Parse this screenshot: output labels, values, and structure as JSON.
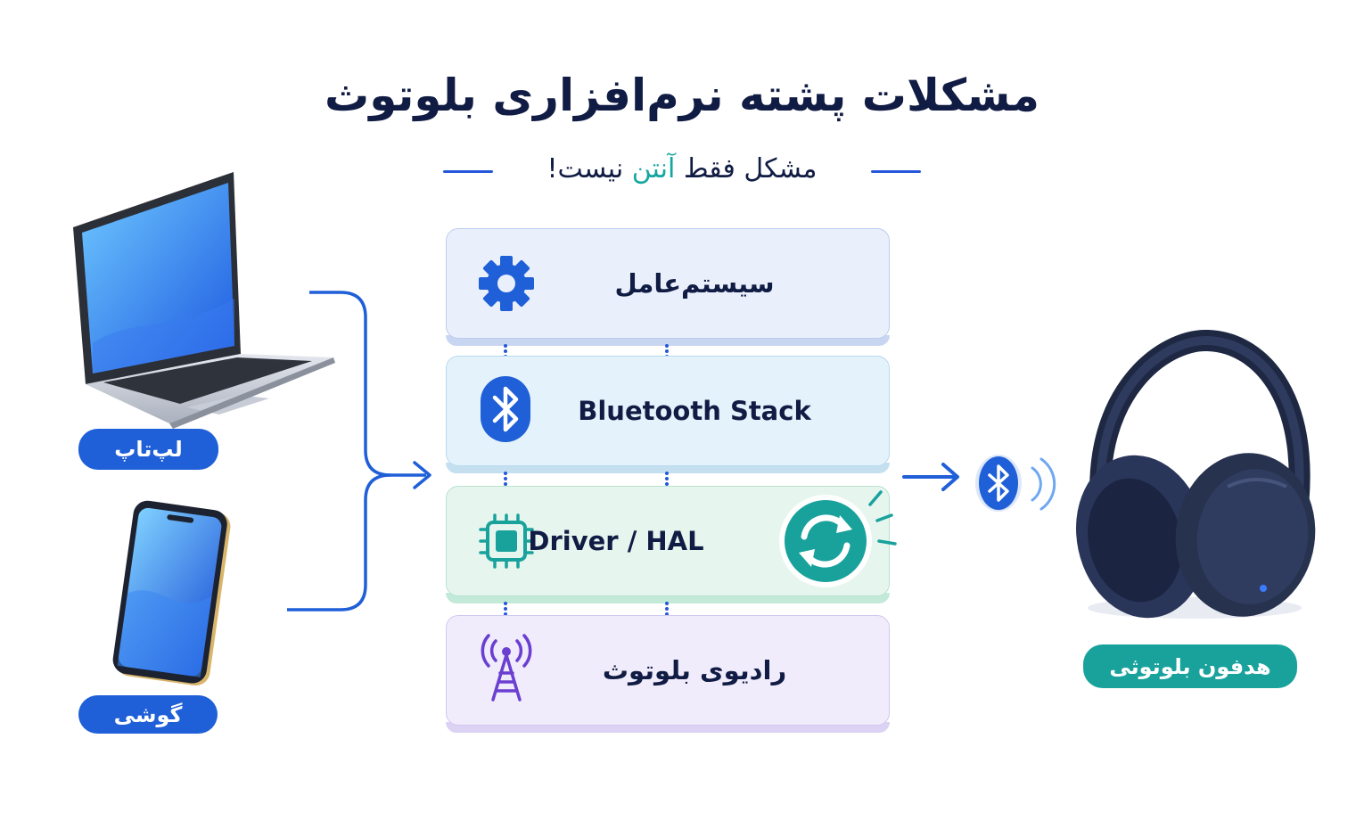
{
  "title": "مشکلات پشته نرم‌افزاری بلوتوث",
  "subtitle": {
    "prefix": "مشکل فقط ",
    "highlight": "آنتن",
    "suffix": " نیست!"
  },
  "devices": {
    "laptop_label": "لپ‌تاپ",
    "phone_label": "گوشی",
    "headphones_label": "هدفون بلوتوثی"
  },
  "layers": [
    {
      "label": "سیستم‌عامل",
      "icon": "gear-icon",
      "color": "#1f5fd8"
    },
    {
      "label": "Bluetooth Stack",
      "icon": "bluetooth-icon",
      "color": "#1f5fd8"
    },
    {
      "label": "Driver / HAL",
      "icon": "chip-icon",
      "color": "#19a29c",
      "badge": "refresh-icon"
    },
    {
      "label": "رادیوی بلوتوث",
      "icon": "antenna-tower-icon",
      "color": "#6a3fd1"
    }
  ],
  "colors": {
    "primary_blue": "#1f5fd8",
    "teal": "#19a29c",
    "purple": "#6a3fd1",
    "navy_text": "#111c44"
  }
}
